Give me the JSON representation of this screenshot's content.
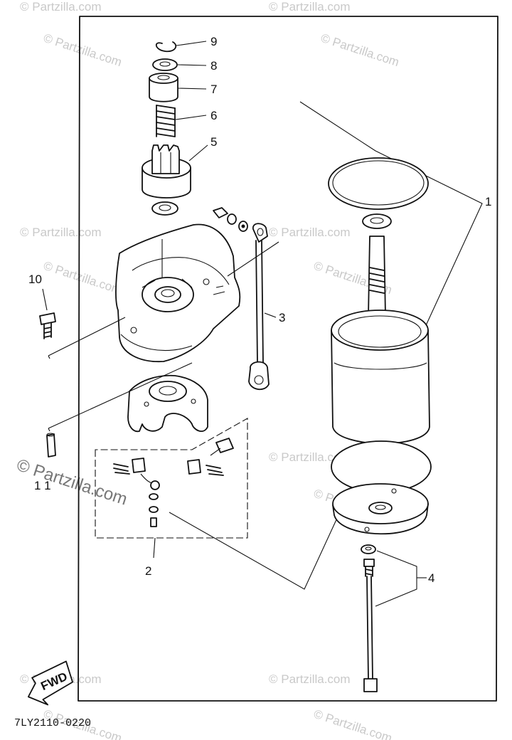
{
  "diagram": {
    "callouts": {
      "c1": "1",
      "c2": "2",
      "c3": "3",
      "c4": "4",
      "c5": "5",
      "c6": "6",
      "c7": "7",
      "c8": "8",
      "c9": "9",
      "c10": "10",
      "c11": "1 1"
    },
    "fwd_label": "FWD",
    "drawing_code": "7LY2110-0220"
  },
  "watermark": {
    "small_text": "© Partzilla.com",
    "large_text": "© Partzilla.com"
  }
}
